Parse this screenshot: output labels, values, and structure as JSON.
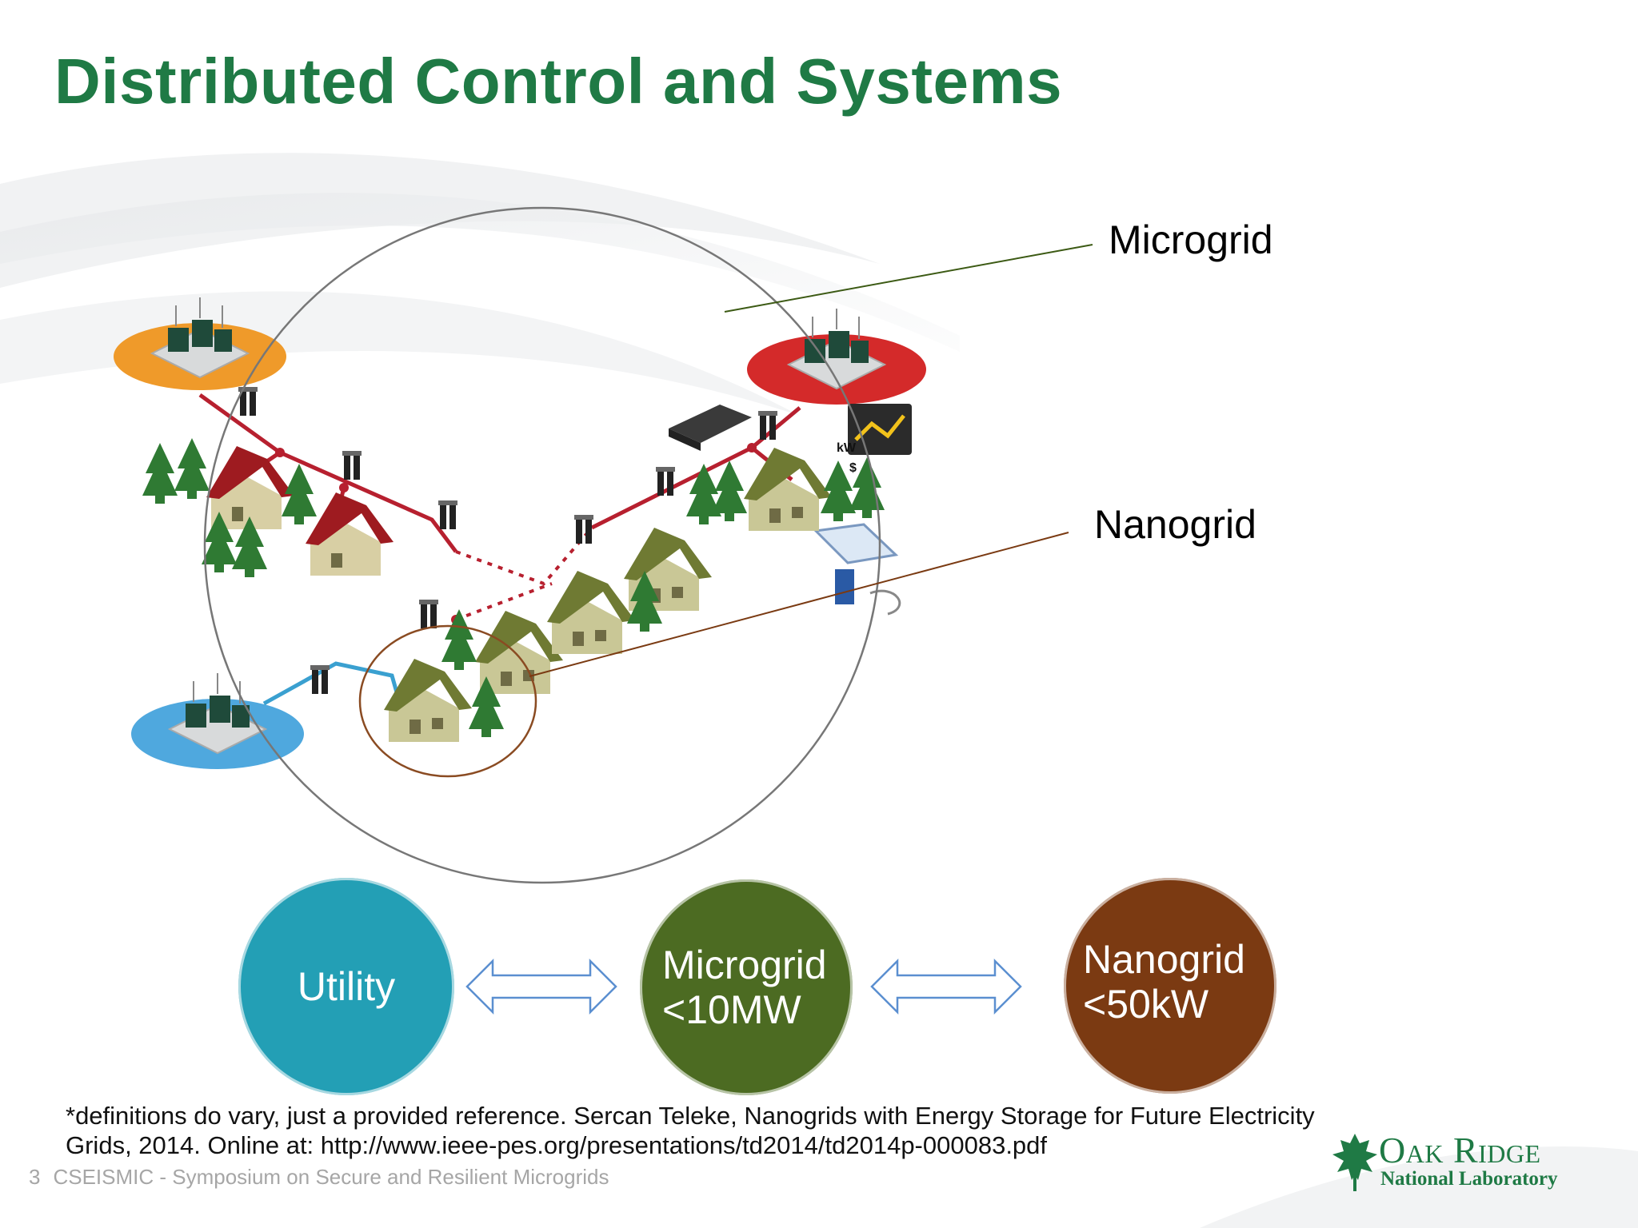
{
  "slide": {
    "title": "Distributed Control and Systems",
    "page_number": "3",
    "footer_text": "CSEISMIC - Symposium on Secure and Resilient Microgrids"
  },
  "diagram": {
    "callout_microgrid": "Microgrid",
    "callout_nanogrid": "Nanogrid",
    "meter_label_top": "kW",
    "meter_label_bottom": "$"
  },
  "scale": {
    "utility": {
      "label": "Utility",
      "color": "#239fb5"
    },
    "microgrid": {
      "label": "Microgrid",
      "limit": "<10MW",
      "color": "#4c6b22"
    },
    "nanogrid": {
      "label": "Nanogrid",
      "limit": "<50kW",
      "color": "#7b3a12"
    }
  },
  "footnote": {
    "line1": "*definitions do vary, just a provided reference. Sercan Teleke, Nanogrids with Energy Storage for Future Electricity",
    "line2": "Grids, 2014. Online at: http://www.ieee-pes.org/presentations/td2014/td2014p-000083.pdf"
  },
  "logo": {
    "line1": "Oak Ridge",
    "line2": "National Laboratory"
  },
  "colors": {
    "title_green": "#1f7a45",
    "grid_red": "#b7202f",
    "nano_blue": "#3aa0d0",
    "arrow_blue": "#5b8fd0"
  }
}
